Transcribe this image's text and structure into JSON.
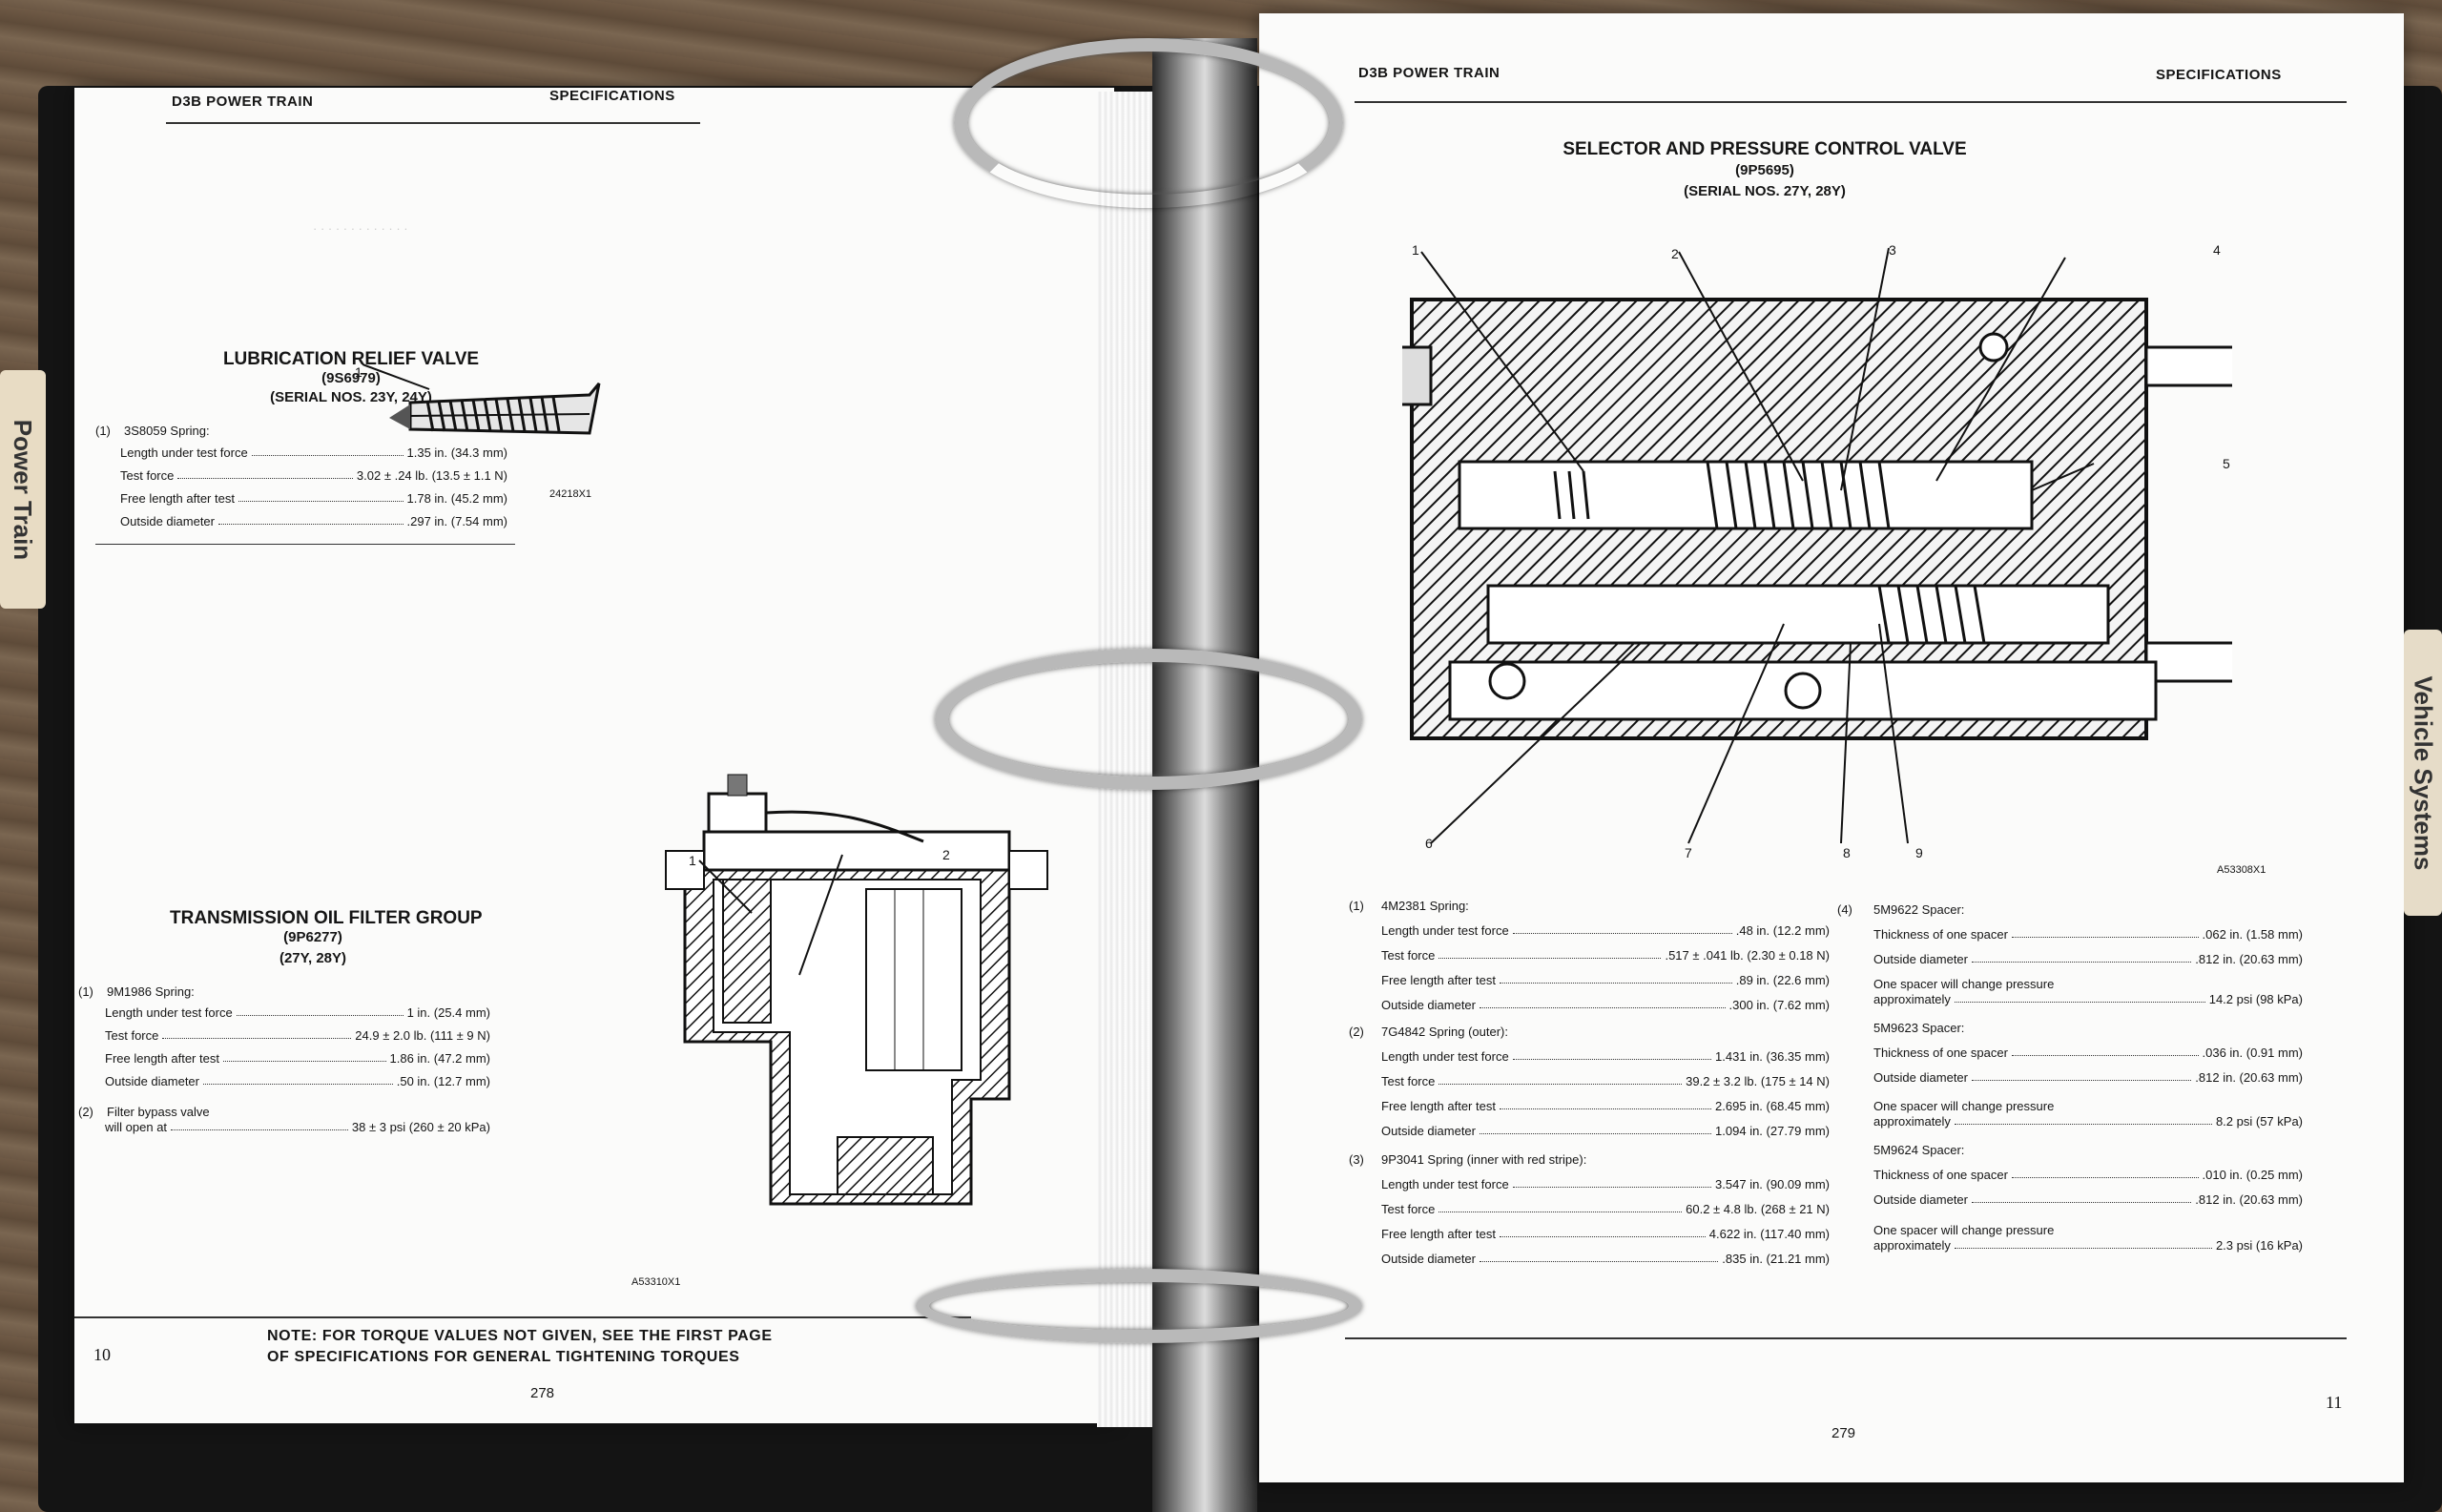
{
  "left_page": {
    "header_left": "D3B POWER TRAIN",
    "header_right": "SPECIFICATIONS",
    "lube": {
      "title": "LUBRICATION RELIEF VALVE",
      "part": "(9S6979)",
      "serial": "(SERIAL NOS. 23Y, 24Y)",
      "item_num": "(1)",
      "item_name": "3S8059 Spring:",
      "rows": [
        {
          "label": "Length under test force",
          "value": "1.35 in. (34.3 mm)"
        },
        {
          "label": "Test force",
          "value": "3.02 ± .24 lb. (13.5 ± 1.1 N)"
        },
        {
          "label": "Free length after test",
          "value": "1.78 in. (45.2 mm)"
        },
        {
          "label": "Outside diameter",
          "value": ".297 in. (7.54 mm)"
        }
      ],
      "callout": "1",
      "fig_id": "24218X1"
    },
    "filter": {
      "title": "TRANSMISSION OIL FILTER GROUP",
      "part": "(9P6277)",
      "serial": "(27Y, 28Y)",
      "item1_num": "(1)",
      "item1_name": "9M1986 Spring:",
      "rows": [
        {
          "label": "Length under test force",
          "value": "1 in. (25.4 mm)"
        },
        {
          "label": "Test force",
          "value": "24.9 ± 2.0 lb. (111 ± 9 N)"
        },
        {
          "label": "Free length after test",
          "value": "1.86 in. (47.2 mm)"
        },
        {
          "label": "Outside diameter",
          "value": ".50 in. (12.7 mm)"
        }
      ],
      "item2_num": "(2)",
      "item2_line1": "Filter bypass valve",
      "item2_line2": "will open at",
      "item2_value": "38 ± 3 psi (260 ± 20 kPa)",
      "callout1": "1",
      "callout2": "2",
      "fig_id": "A53310X1"
    },
    "page_number_left": "10",
    "note_line1": "NOTE: FOR TORQUE VALUES NOT GIVEN, SEE THE FIRST PAGE",
    "note_line2": "OF SPECIFICATIONS FOR GENERAL TIGHTENING TORQUES",
    "page_number": "278",
    "tab_label": "Power Train"
  },
  "right_page": {
    "header_left": "D3B POWER TRAIN",
    "header_right": "SPECIFICATIONS",
    "title": "SELECTOR AND PRESSURE CONTROL VALVE",
    "part": "(9P5695)",
    "serial": "(SERIAL NOS. 27Y, 28Y)",
    "callouts": [
      "1",
      "2",
      "3",
      "4",
      "5",
      "6",
      "7",
      "8",
      "9"
    ],
    "fig_id": "A53308X1",
    "items": [
      {
        "num": "(1)",
        "name": "4M2381 Spring:",
        "rows": [
          {
            "label": "Length under test force",
            "value": ".48 in. (12.2 mm)"
          },
          {
            "label": "Test force",
            "value": ".517 ± .041 lb. (2.30 ± 0.18 N)"
          },
          {
            "label": "Free length after test",
            "value": ".89 in. (22.6 mm)"
          },
          {
            "label": "Outside diameter",
            "value": ".300 in. (7.62 mm)"
          }
        ]
      },
      {
        "num": "(2)",
        "name": "7G4842 Spring (outer):",
        "rows": [
          {
            "label": "Length under test force",
            "value": "1.431 in. (36.35 mm)"
          },
          {
            "label": "Test force",
            "value": "39.2 ± 3.2 lb. (175 ± 14 N)"
          },
          {
            "label": "Free length after test",
            "value": "2.695 in. (68.45 mm)"
          },
          {
            "label": "Outside diameter",
            "value": "1.094 in. (27.79 mm)"
          }
        ]
      },
      {
        "num": "(3)",
        "name": "9P3041 Spring (inner with red stripe):",
        "rows": [
          {
            "label": "Length under test force",
            "value": "3.547 in. (90.09 mm)"
          },
          {
            "label": "Test force",
            "value": "60.2 ± 4.8 lb. (268 ± 21 N)"
          },
          {
            "label": "Free length after test",
            "value": "4.622 in. (117.40 mm)"
          },
          {
            "label": "Outside diameter",
            "value": ".835 in. (21.21 mm)"
          }
        ]
      }
    ],
    "item4": {
      "num": "(4)",
      "name": "5M9622 Spacer:",
      "groups": [
        {
          "header": "",
          "thickness": ".062 in. (1.58 mm)",
          "diameter": ".812 in. (20.63 mm)",
          "pressure": "14.2 psi (98 kPa)"
        },
        {
          "header": "5M9623 Spacer:",
          "thickness": ".036 in. (0.91 mm)",
          "diameter": ".812 in. (20.63 mm)",
          "pressure": "8.2 psi (57 kPa)"
        },
        {
          "header": "5M9624 Spacer:",
          "thickness": ".010 in. (0.25 mm)",
          "diameter": ".812 in. (20.63 mm)",
          "pressure": "2.3 psi (16 kPa)"
        }
      ],
      "thickness_label": "Thickness of one spacer",
      "diameter_label": "Outside diameter",
      "pressure_label1": "One spacer will change pressure",
      "pressure_label2": "approximately"
    },
    "page_number_right": "11",
    "page_number": "279",
    "tab_label": "Vehicle Systems"
  }
}
